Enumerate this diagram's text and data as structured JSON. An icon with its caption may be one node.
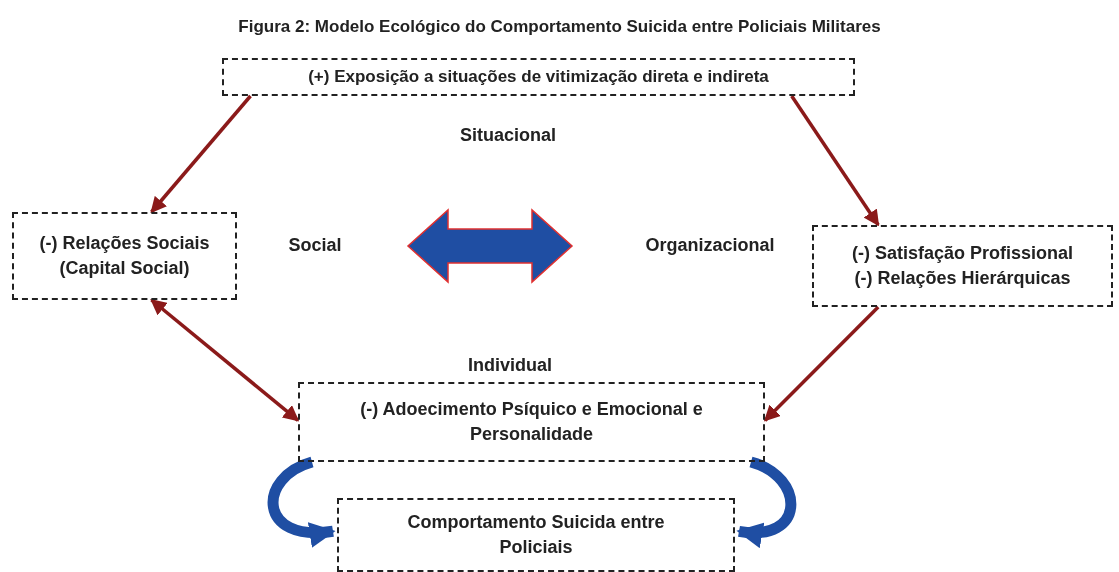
{
  "diagram": {
    "title": "Figura 2: Modelo Ecológico do Comportamento Suicida entre Policiais Militares",
    "nodes": [
      {
        "text": [
          "(+) Exposição a situações de vitimização direta e indireta"
        ]
      },
      {
        "text": [
          "(-) Relações Sociais (Capital Social)"
        ]
      },
      {
        "text": [
          "Social"
        ]
      },
      {
        "text": [
          "Organizacional"
        ]
      },
      {
        "text": [
          "(-) Satisfação Profissional",
          "(-) Relações Hierárquicas"
        ]
      },
      {
        "text": [
          "(-) Adoecimento Psíquico e Emocional e Personalidade"
        ]
      },
      {
        "text": [
          "Comportamento Suicida entre Policiais"
        ]
      }
    ],
    "edges": [
      {
        "from": 0,
        "to": 1,
        "arrow": "to"
      },
      {
        "from": 0,
        "to": 4,
        "arrow": "to"
      },
      {
        "from": 2,
        "to": 3,
        "arrow": "both",
        "style": "thick",
        "color": "#1f4ea3"
      },
      {
        "from": 1,
        "to": 5,
        "arrow": "both"
      },
      {
        "from": 4,
        "to": 5,
        "arrow": "to"
      },
      {
        "from": 5,
        "to": 6,
        "arrow": "to",
        "style": "thick",
        "color": "#1f4ea3"
      },
      {
        "from": 5,
        "to": 6,
        "arrow": "to",
        "style": "thick",
        "color": "#1f4ea3"
      }
    ],
    "labels": [
      "Situacional",
      "Individual"
    ]
  }
}
